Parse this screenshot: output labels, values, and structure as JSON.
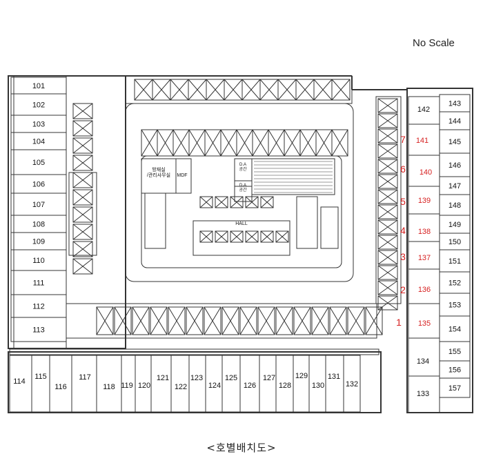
{
  "scale_note": "No Scale",
  "caption": "<호별배치도>",
  "interior_labels": {
    "mgmt_room": "방재실\n/관리사무실",
    "mdf": "MDF",
    "hall": "HALL",
    "da1": "D.A\n공간",
    "da2": "D.A\n공간"
  },
  "units_left": [
    "101",
    "102",
    "103",
    "104",
    "105",
    "106",
    "107",
    "108",
    "109",
    "110",
    "111",
    "112",
    "113"
  ],
  "units_bottom": [
    "114",
    "115",
    "116",
    "117",
    "118",
    "119",
    "120",
    "121",
    "122",
    "123",
    "124",
    "125",
    "126",
    "127",
    "128",
    "129",
    "130",
    "131",
    "132"
  ],
  "units_right_outer": [
    "143",
    "144",
    "145",
    "146",
    "147",
    "148",
    "149",
    "150",
    "151",
    "152",
    "153",
    "154",
    "155",
    "156",
    "157"
  ],
  "units_right_inner": [
    "142",
    "141",
    "140",
    "139",
    "138",
    "137",
    "136",
    "135",
    "134",
    "133"
  ],
  "parking_markers": [
    "1",
    "2",
    "3",
    "4",
    "5",
    "6",
    "7"
  ],
  "colors": {
    "line": "#333333",
    "highlight": "#d62020",
    "text": "#111111"
  }
}
